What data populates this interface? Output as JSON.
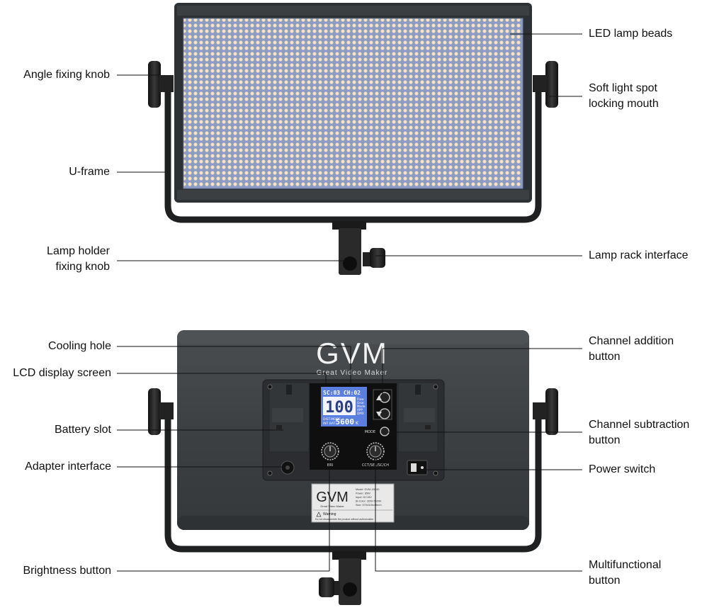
{
  "front_labels": {
    "led_lamp_beads": "LED lamp beads",
    "angle_fixing_knob": "Angle fixing knob",
    "soft_light_spot_1": "Soft light spot",
    "soft_light_spot_2": "locking mouth",
    "u_frame": "U-frame",
    "lamp_holder_1": "Lamp holder",
    "lamp_holder_2": "fixing knob",
    "lamp_rack_interface": "Lamp rack interface"
  },
  "back_labels": {
    "cooling_hole": "Cooling hole",
    "channel_addition_1": "Channel addition",
    "channel_addition_2": "button",
    "lcd_display_screen": "LCD display screen",
    "battery_slot": "Battery slot",
    "channel_subtraction_1": "Channel subtraction",
    "channel_subtraction_2": "button",
    "adapter_interface": "Adapter interface",
    "power_switch": "Power switch",
    "brightness_button": "Brightness button",
    "multifunctional_1": "Multifunctional",
    "multifunctional_2": "button"
  },
  "device": {
    "brand": "GVM",
    "tagline": "Great Video Maker",
    "lcd_top": "SC:03 CH:02",
    "lcd_big": "100",
    "lcd_side": [
      "Flow",
      "Gear",
      "Mode",
      "APP",
      "DMX"
    ],
    "lcd_bottom_left_1": "DIST.MODE",
    "lcd_bottom_left_2": "INT BAT",
    "lcd_temp": "5600",
    "lcd_temp_unit": "K",
    "mode_label": "MODE",
    "knob_left_label": "BRI",
    "knob_right_label": "CCT/SEL/SC/CH",
    "plate_warning": "Warning",
    "plate_spec_lines": [
      "Model: GVM-1500D",
      "Power: 85W",
      "Input: DC15V",
      "Bi-Color: 3200-5600K",
      "Size: 570x315x45mm"
    ],
    "plate_note": "Do not disassemble the product without authorization"
  },
  "colors": {
    "panel_dark": "#3a3d40",
    "led_field": "#8f9ec8",
    "led_bead": "#f0dcae",
    "lcd_blue": "#5b7fe0",
    "frame": "#1e2022"
  }
}
